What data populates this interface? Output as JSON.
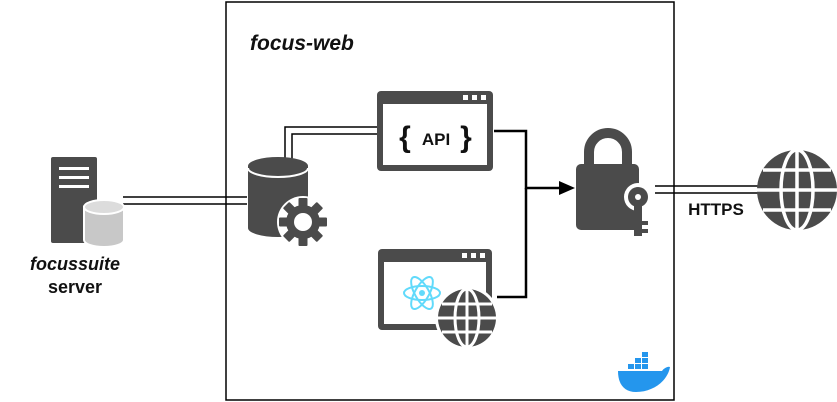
{
  "container": {
    "title": "focus-web"
  },
  "server": {
    "name_line1": "focussuite",
    "name_line2": "server"
  },
  "api": {
    "label": "API",
    "brace_open": "{",
    "brace_close": "}"
  },
  "connection": {
    "protocol": "HTTPS"
  },
  "icons": {
    "server": "server-database-icon",
    "database": "database-gear-icon",
    "api": "api-window-icon",
    "react": "react-app-window-icon",
    "lock": "padlock-key-icon",
    "globe": "globe-icon",
    "docker": "docker-icon"
  },
  "colors": {
    "icon_dark": "#4b4b4b",
    "icon_light": "#c8c8c8",
    "react": "#61dafb",
    "docker": "#2496ed",
    "line": "#000000"
  }
}
